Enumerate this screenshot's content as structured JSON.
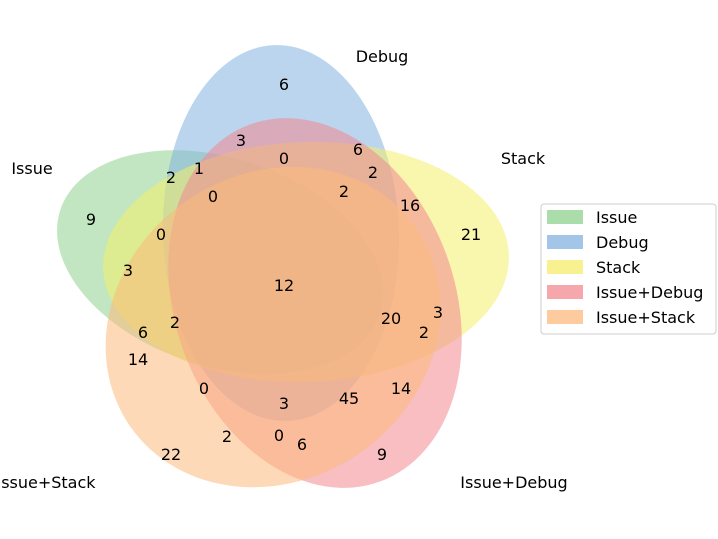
{
  "sets": [
    {
      "key": "issue",
      "name": "Issue",
      "color": "#8fd18e"
    },
    {
      "key": "debug",
      "name": "Debug",
      "color": "#83b2e0"
    },
    {
      "key": "stack",
      "name": "Stack",
      "color": "#f4ee6a"
    },
    {
      "key": "issue_debug",
      "name": "Issue+Debug",
      "color": "#f3898f"
    },
    {
      "key": "issue_stack",
      "name": "Issue+Stack",
      "color": "#fcb97c"
    }
  ],
  "region_counts": [
    "6",
    "3",
    "0",
    "6",
    "2",
    "16",
    "21",
    "2",
    "1",
    "0",
    "9",
    "0",
    "2",
    "3",
    "12",
    "6",
    "2",
    "14",
    "20",
    "3",
    "2",
    "0",
    "3",
    "45",
    "14",
    "22",
    "2",
    "0",
    "6",
    "9"
  ],
  "legend": {
    "items": [
      "Issue",
      "Debug",
      "Stack",
      "Issue+Debug",
      "Issue+Stack"
    ]
  }
}
